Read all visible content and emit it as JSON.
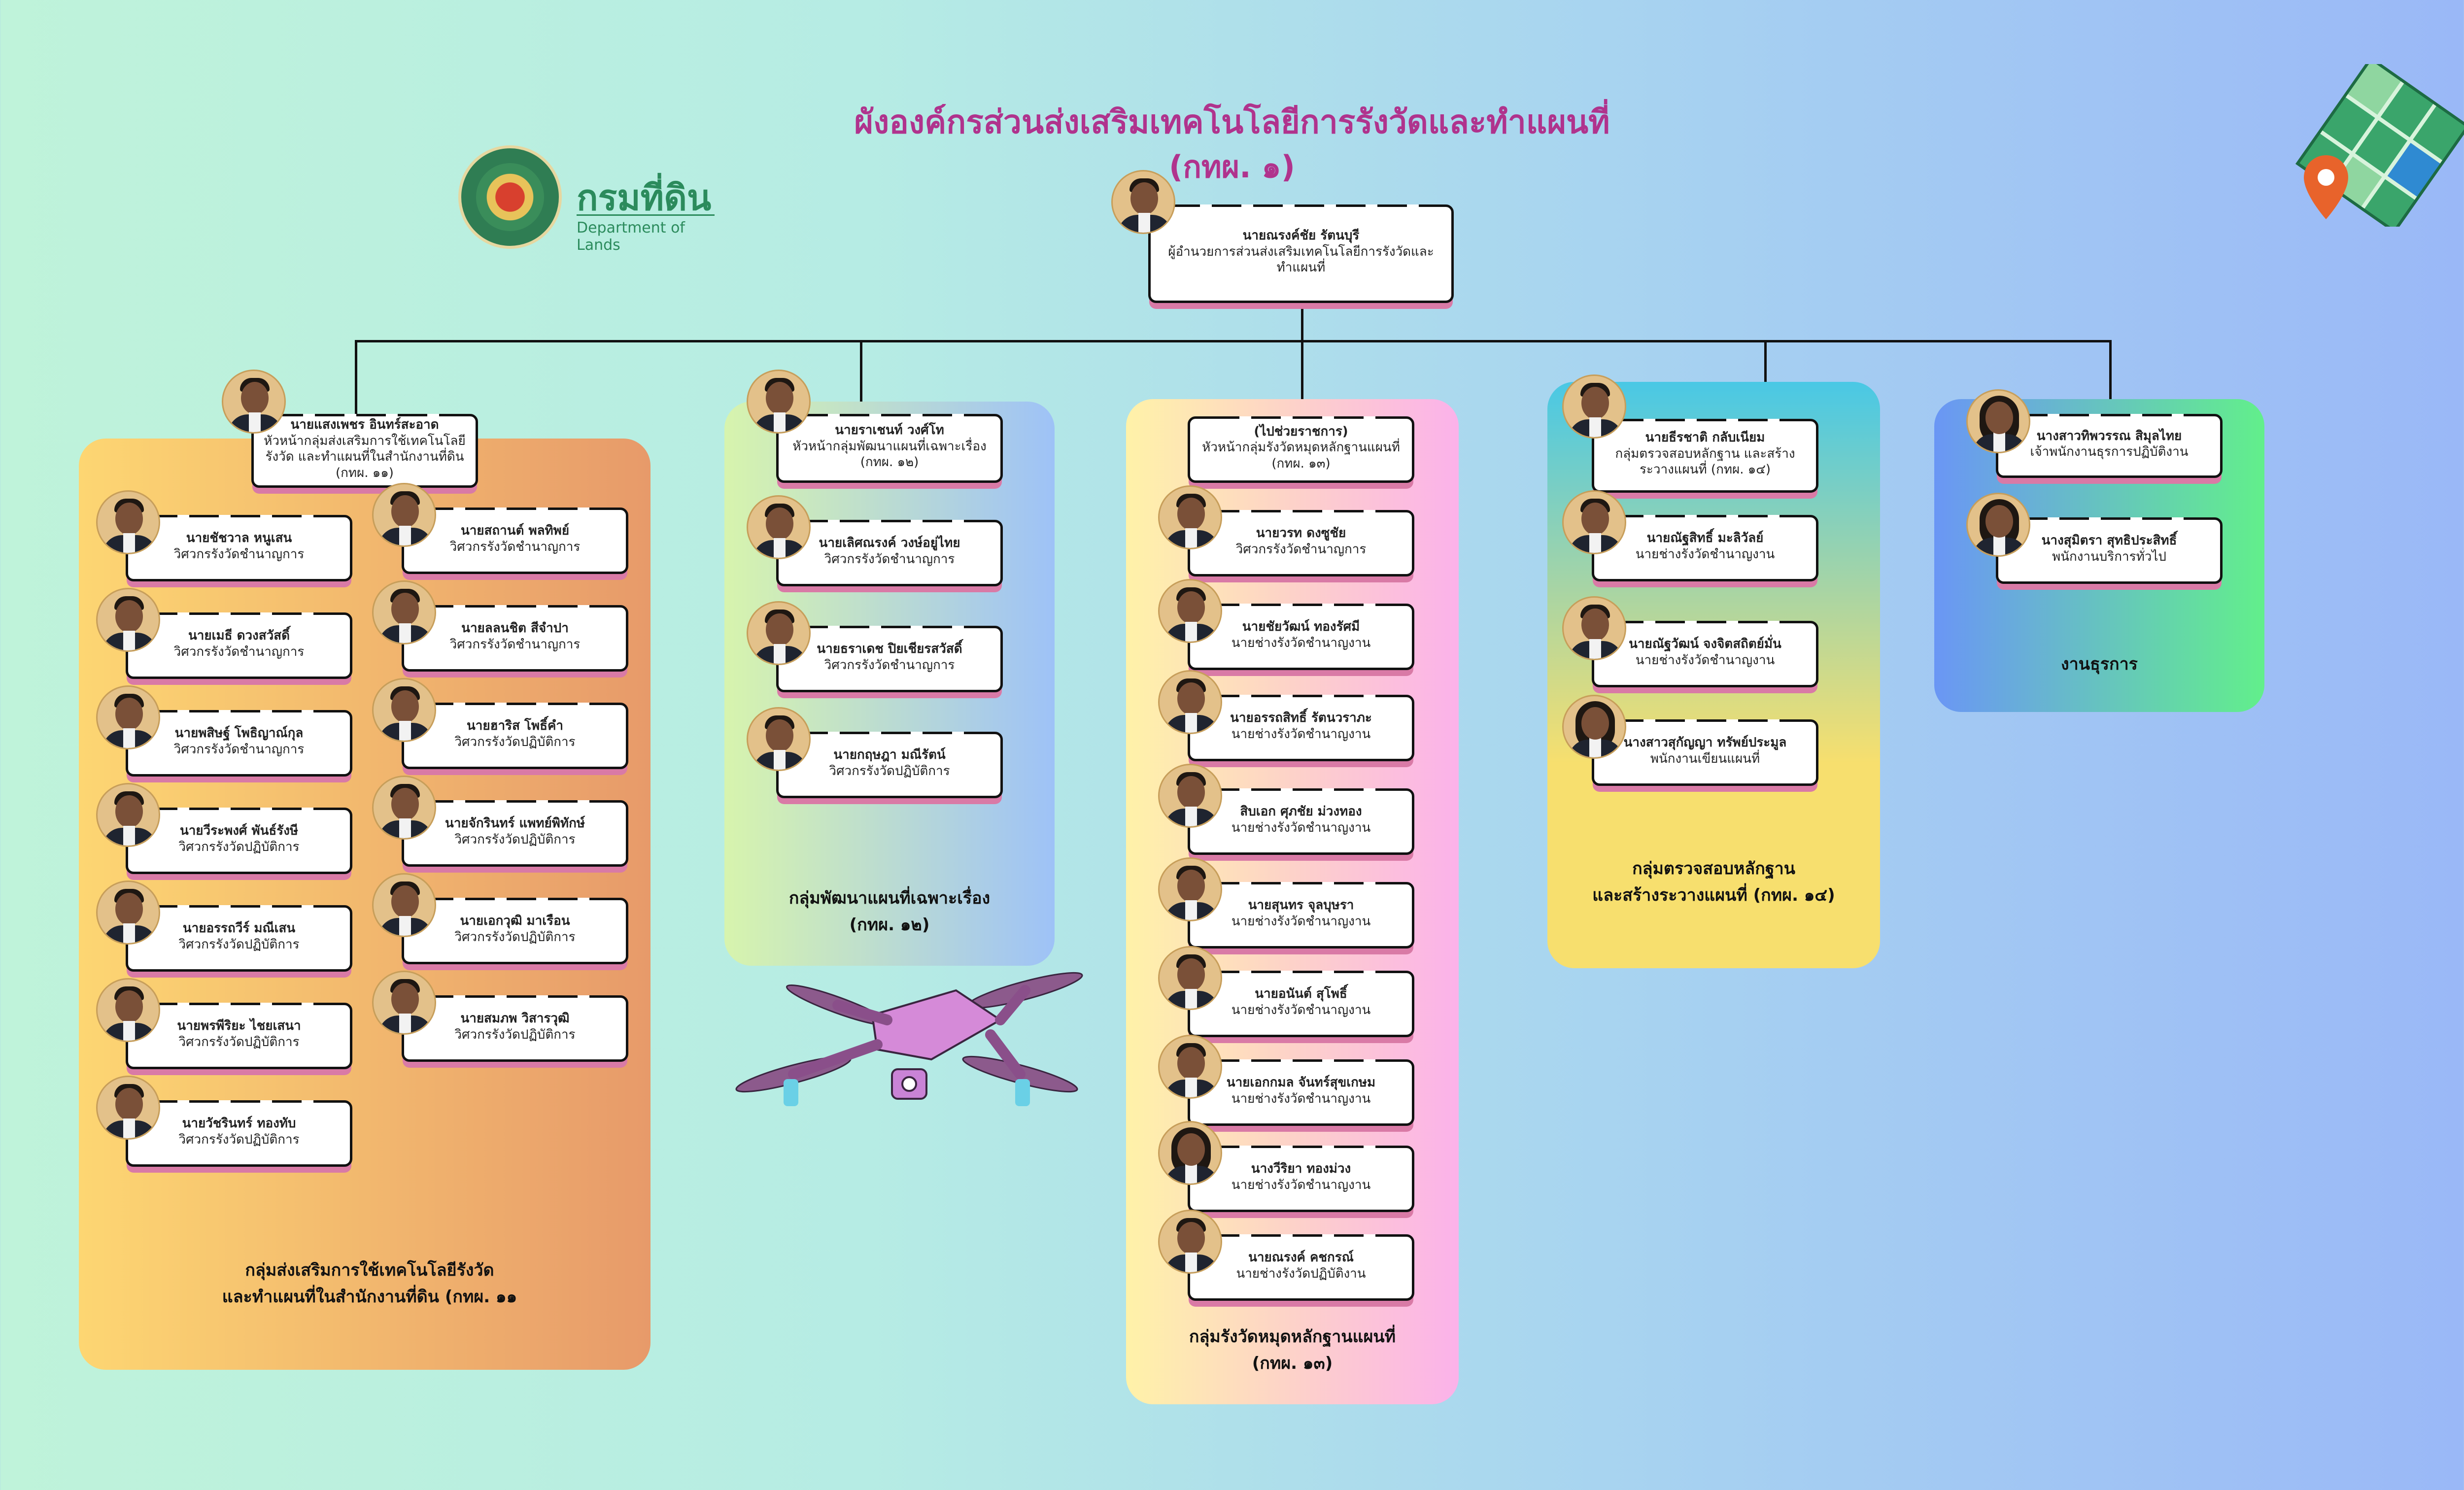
{
  "title": {
    "line1": "ผังองค์กรส่วนส่งเสริมเทคโนโลยีการรังวัดและทำแผนที่",
    "line2": "(กทผ. ๑)"
  },
  "logo": {
    "thai": "กรมที่ดิน",
    "english": "Department of Lands"
  },
  "director": {
    "name": "นายณรงค์ชัย รัตนบุรี",
    "role": "ผู้อำนวยการส่วนส่งเสริมเทคโนโลยีการรังวัดและทำแผนที่"
  },
  "group11": {
    "head_name": "นายแสงเพชร อินทร์สะอาด",
    "head_role": "หัวหน้ากลุ่มส่งเสริมการใช้เทคโนโลยีรังวัด และทำแผนที่ในสำนักงานที่ดิน (กทผ. ๑๑)",
    "label_line1": "กลุ่มส่งเสริมการใช้เทคโนโลยีรังวัด",
    "label_line2": "และทำแผนที่ในสำนักงานที่ดิน (กทผ. ๑๑",
    "left": [
      {
        "name": "นายชัชวาล หนูเสน",
        "role": "วิศวกรรังวัดชำนาญการ"
      },
      {
        "name": "นายเมธี ดวงสวัสดิ์",
        "role": "วิศวกรรังวัดชำนาญการ"
      },
      {
        "name": "นายพสิษฐ์ โพธิญาณ์กุล",
        "role": "วิศวกรรังวัดชำนาญการ"
      },
      {
        "name": "นายวีระพงศ์ พันธ์รังษี",
        "role": "วิศวกรรังวัดปฏิบัติการ"
      },
      {
        "name": "นายอรรถวีร์ มณีเสน",
        "role": "วิศวกรรังวัดปฏิบัติการ"
      },
      {
        "name": "นายพรพีริยะ ไชยเสนา",
        "role": "วิศวกรรังวัดปฏิบัติการ"
      },
      {
        "name": "นายวัชรินทร์ ทองทับ",
        "role": "วิศวกรรังวัดปฏิบัติการ"
      }
    ],
    "right": [
      {
        "name": "นายสถานต์ พลทิพย์",
        "role": "วิศวกรรังวัดชำนาญการ"
      },
      {
        "name": "นายลลนชิต สีจำปา",
        "role": "วิศวกรรังวัดชำนาญการ"
      },
      {
        "name": "นายฮาริส โพธิ์คำ",
        "role": "วิศวกรรังวัดปฏิบัติการ"
      },
      {
        "name": "นายจักรินทร์ แพทย์พิทักษ์",
        "role": "วิศวกรรังวัดปฏิบัติการ"
      },
      {
        "name": "นายเอกวุฒิ มาเรือน",
        "role": "วิศวกรรังวัดปฏิบัติการ"
      },
      {
        "name": "นายสมภพ วิสารวุฒิ",
        "role": "วิศวกรรังวัดปฏิบัติการ"
      }
    ]
  },
  "group12": {
    "head_name": "นายราเชนท์ วงศ์โท",
    "head_role": "หัวหน้ากลุ่มพัฒนาแผนที่เฉพาะเรื่อง (กทผ. ๑๒)",
    "label_line1": "กลุ่มพัฒนาแผนที่เฉพาะเรื่อง",
    "label_line2": "(กทผ. ๑๒)",
    "members": [
      {
        "name": "นายเลิศณรงค์ วงษ์อยู่ไทย",
        "role": "วิศวกรรังวัดชำนาญการ"
      },
      {
        "name": "นายธราเดช ปิยเชียรสวัสดิ์",
        "role": "วิศวกรรังวัดชำนาญการ"
      },
      {
        "name": "นายกฤษฎา มณีรัตน์",
        "role": "วิศวกรรังวัดปฏิบัติการ"
      }
    ]
  },
  "group13": {
    "head_name": "(ไปช่วยราชการ)",
    "head_role": "หัวหน้ากลุ่มรังวัดหมุดหลักฐานแผนที่ (กทผ. ๑๓)",
    "label_line1": "กลุ่มรังวัดหมุดหลักฐานแผนที่",
    "label_line2": "(กทผ. ๑๓)",
    "members": [
      {
        "name": "นายวรท ดงซูชัย",
        "role": "วิศวกรรังวัดชำนาญการ"
      },
      {
        "name": "นายชัยวัฒน์ ทองรัศมี",
        "role": "นายช่างรังวัดชำนาญงาน"
      },
      {
        "name": "นายอรรถสิทธิ์ รัตนวราภะ",
        "role": "นายช่างรังวัดชำนาญงาน"
      },
      {
        "name": "สิบเอก ศุภชัย ม่วงทอง",
        "role": "นายช่างรังวัดชำนาญงาน"
      },
      {
        "name": "นายสุนทร จุลบุษรา",
        "role": "นายช่างรังวัดชำนาญงาน"
      },
      {
        "name": "นายอนันต์ สุโพธิ์",
        "role": "นายช่างรังวัดชำนาญงาน"
      },
      {
        "name": "นายเอกกมล จันทร์สุขเกษม",
        "role": "นายช่างรังวัดชำนาญงาน"
      },
      {
        "name": "นางวีริยา ทองม่วง",
        "role": "นายช่างรังวัดชำนาญงาน"
      },
      {
        "name": "นายณรงค์ คชกรณ์",
        "role": "นายช่างรังวัดปฏิบัติงาน"
      }
    ]
  },
  "group14": {
    "head_name": "นายธีรชาติ กลับเนียม",
    "head_role": "กลุ่มตรวจสอบหลักฐาน และสร้างระวางแผนที่ (กทผ. ๑๔)",
    "label_line1": "กลุ่มตรวจสอบหลักฐาน",
    "label_line2": "และสร้างระวางแผนที่ (กทผ. ๑๔)",
    "members": [
      {
        "name": "นายณัฐสิทธิ์ มะลิวัลย์",
        "role": "นายช่างรังวัดชำนาญงาน"
      },
      {
        "name": "นายณัฐวัฒน์ จงจิตสถิตย์มั่น",
        "role": "นายช่างรังวัดชำนาญงาน"
      },
      {
        "name": "นางสาวสุกัญญา ทรัพย์ประมูล",
        "role": "พนักงานเขียนแผนที่"
      }
    ]
  },
  "admin": {
    "label": "งานธุรการ",
    "members": [
      {
        "name": "นางสาวทิพวรรณ สิมุลไทย",
        "role": "เจ้าพนักงานธุรการปฏิบัติงาน"
      },
      {
        "name": "นางสุมิตรา สุทธิประสิทธิ์",
        "role": "พนักงานบริการทั่วไป"
      }
    ]
  },
  "colors": {
    "title": "#b0338d",
    "card_shadow": "#d97aa6",
    "logo_green": "#2b8b5c"
  }
}
